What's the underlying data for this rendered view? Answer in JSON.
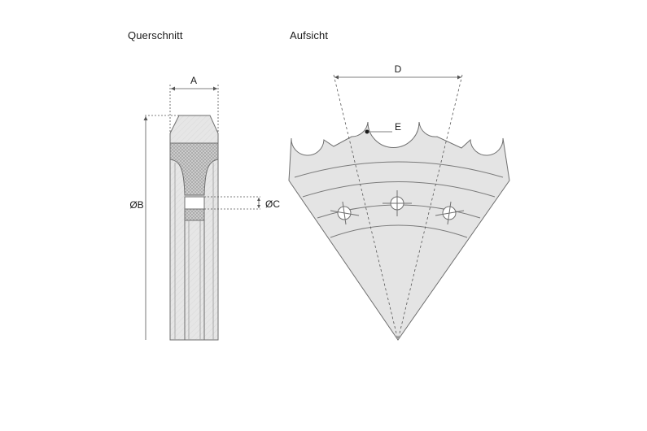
{
  "headings": {
    "cross_section": "Querschnitt",
    "top_view": "Aufsicht"
  },
  "dimension_labels": {
    "a": "A",
    "b": "ØB",
    "c": "ØC",
    "d": "D",
    "e": "E"
  },
  "colors": {
    "body_fill": "#e4e4e4",
    "hatch_fill": "#c9c9c9",
    "outline": "#6f6f6f",
    "dimension_line": "#555555",
    "text": "#1a1a1a"
  }
}
